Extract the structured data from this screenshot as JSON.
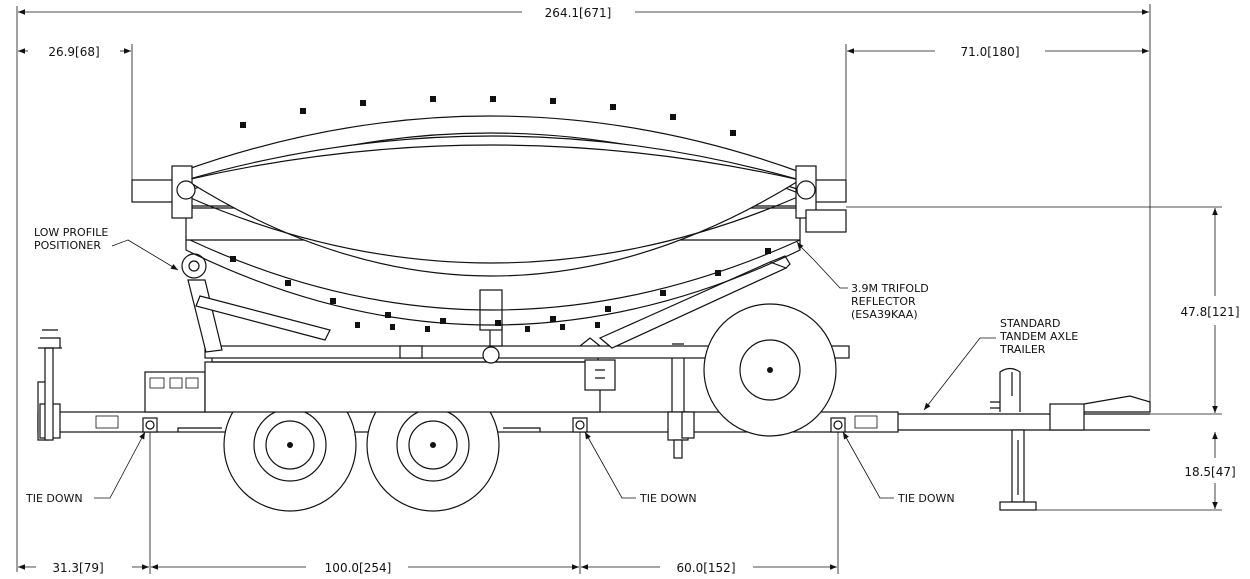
{
  "dimensions": {
    "overall_length": "264.1",
    "overall_length_mm": "671",
    "left_overhang": "26.9",
    "left_overhang_mm": "68",
    "right_overhang": "71.0",
    "right_overhang_mm": "180",
    "height_upper": "47.8",
    "height_upper_mm": "121",
    "height_lower": "18.5",
    "height_lower_mm": "47",
    "bottom_left": "31.3",
    "bottom_left_mm": "79",
    "bottom_mid": "100.0",
    "bottom_mid_mm": "254",
    "bottom_right": "60.0",
    "bottom_right_mm": "152"
  },
  "callouts": {
    "positioner_line1": "LOW PROFILE",
    "positioner_line2": "POSITIONER",
    "reflector_line1": "3.9M TRIFOLD",
    "reflector_line2": "REFLECTOR",
    "reflector_line3": "(ESA39KAA)",
    "trailer_line1": "STANDARD",
    "trailer_line2": "TANDEM AXLE",
    "trailer_line3": "TRAILER",
    "tie_down_left": "TIE DOWN",
    "tie_down_center": "TIE DOWN",
    "tie_down_right": "TIE DOWN"
  }
}
